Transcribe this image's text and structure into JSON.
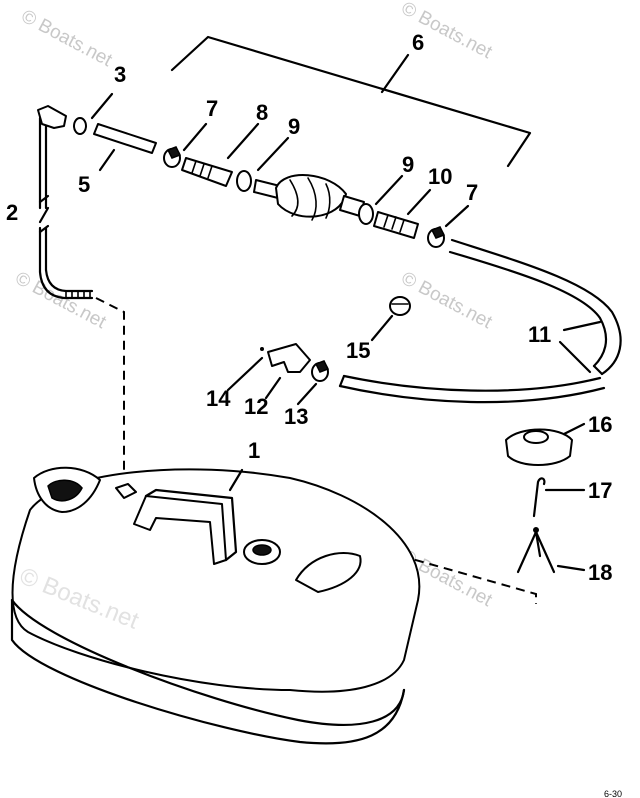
{
  "watermark": "© Boats.net",
  "footer_mark": "6-30",
  "callouts": [
    "1",
    "2",
    "3",
    "5",
    "6",
    "7",
    "8",
    "9",
    "9",
    "10",
    "7",
    "11",
    "12",
    "13",
    "14",
    "15",
    "16",
    "17",
    "18"
  ]
}
